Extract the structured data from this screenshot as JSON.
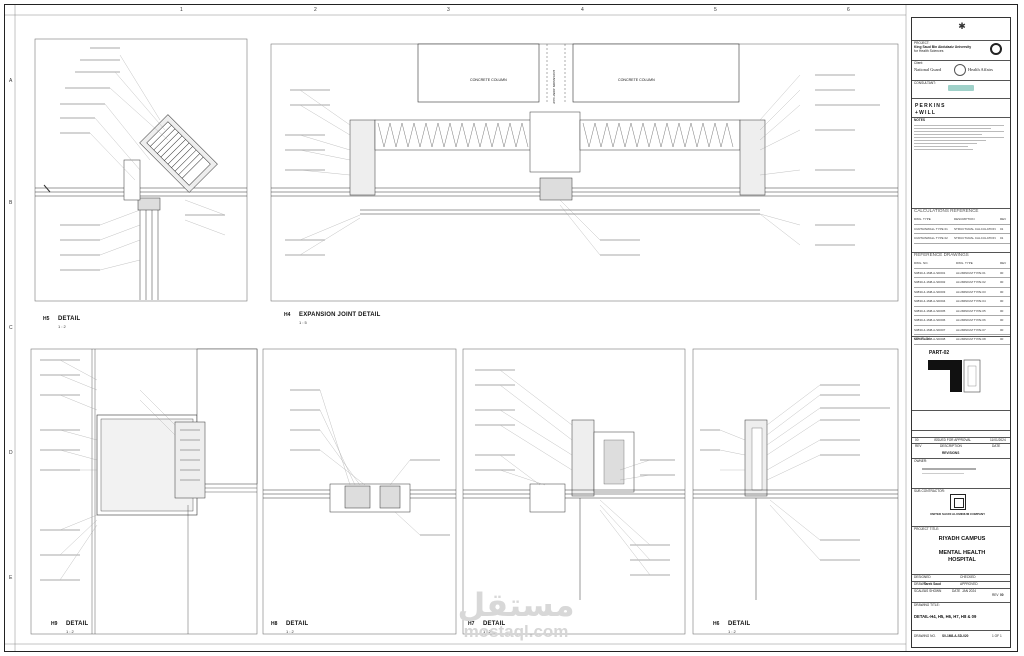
{
  "grid": {
    "columns": [
      "1",
      "2",
      "3",
      "4",
      "5",
      "6"
    ],
    "rows": [
      "A",
      "B",
      "C",
      "D",
      "E"
    ]
  },
  "details": {
    "h5": {
      "tag": "H5",
      "title": "DETAIL",
      "scale": "1 : 2"
    },
    "h4": {
      "tag": "H4",
      "title": "EXPANSION JOINT DETAIL",
      "scale": "1 : 5"
    },
    "h4_labels": {
      "left_column": "CONCRETE COLUMN",
      "right_column": "CONCRETE COLUMN",
      "joint": "EXPANSION JOINT GAP"
    },
    "h6": {
      "tag": "H6",
      "title": "DETAIL",
      "scale": "1 : 2"
    },
    "h7": {
      "tag": "H7",
      "title": "DETAIL",
      "scale": "1 : 2"
    },
    "h8": {
      "tag": "H8",
      "title": "DETAIL",
      "scale": "1 : 2"
    },
    "h9": {
      "tag": "H9",
      "title": "DETAIL",
      "scale": "1 : 2"
    }
  },
  "title_block": {
    "project_label": "PROJECT:",
    "university": "King Saud Bin Abdulaziz University",
    "university_sub": "for Health Sciences",
    "client_label": "Client:",
    "client_left": "National Guard",
    "client_right": "Health Affairs",
    "consultant_label": "CONSULTANT:",
    "architect_line1": "PERKINS",
    "architect_line2": "+WILL",
    "notes_label": "NOTES",
    "calc_header": "CALCULATIONS REFERENCE",
    "calc_cols": [
      "DWG. TYPE",
      "DESCRIPTION",
      "REV"
    ],
    "calc_rows": [
      [
        "CURTAINWALL TYPE 01",
        "STRUCTURAL CALCULATION",
        "01"
      ],
      [
        "CURTAINWALL TYPE 02",
        "STRUCTURAL CALCULATION",
        "01"
      ]
    ],
    "ref_header": "REFERENCE DRAWINGS",
    "ref_cols": [
      "DWG. NO.",
      "DWG. TYPE",
      "REV"
    ],
    "ref_rows": [
      [
        "S0830-4-1M8-A-SD001",
        "ALUMINIUM TYPE 01",
        "00"
      ],
      [
        "S0830-4-1M8-A-SD002",
        "ALUMINIUM TYPE 02",
        "00"
      ],
      [
        "S0830-4-1M8-A-SD003",
        "ALUMINIUM TYPE 03",
        "00"
      ],
      [
        "S0830-4-1M8-A-SD004",
        "ALUMINIUM TYPE 04",
        "00"
      ],
      [
        "S0830-4-1M8-A-SD005",
        "ALUMINIUM TYPE 05",
        "00"
      ],
      [
        "S0830-4-1M8-A-SD006",
        "ALUMINIUM TYPE 06",
        "00"
      ],
      [
        "S0830-4-1M8-A-SD007",
        "ALUMINIUM TYPE 07",
        "00"
      ],
      [
        "S0830-4-1M8-A-SD008",
        "ALUMINIUM TYPE 08",
        "00"
      ]
    ],
    "key_plan_label": "KEY PLAN",
    "part_label": "PART-02",
    "rev_row": [
      "00",
      "ISSUED FOR APPROVAL",
      "11/01/2024"
    ],
    "rev_cols": [
      "REV",
      "DESCRIPTION",
      "DATE"
    ],
    "revisions_label": "REVISIONS",
    "owner_label": "OWNER:",
    "contractor_label": "SUB CONTRACTOR:",
    "contractor_name": "UNITED SAUDI ALUMINIUM COMPANY",
    "project_title_label": "PROJECT TITLE:",
    "campus": "RIYADH CAMPUS",
    "hospital_line1": "MENTAL HEALTH",
    "hospital_line2": "HOSPITAL",
    "designed_by": "DESIGNED",
    "checked_by": "CHECKED",
    "drawn_by": "DRAWN",
    "drawn_name": "Tarek Saud",
    "approved_by": "APPROVED",
    "scale_label": "SCALE",
    "scale_value": "AS SHOWN",
    "date_label": "DATE",
    "date_value": "JAN 2024",
    "sheet_rev_label": "REV",
    "sheet_rev_value": "00",
    "drawing_title_label": "DRAWING TITLE:",
    "drawing_title": "DETAIL-H4, H5, H6, H7, H8 & 09",
    "drawing_no_label": "DRAWING NO.",
    "drawing_no": "S0-1M8-A-SD-020",
    "sheet_label": "1 OF 1"
  },
  "watermark": {
    "arabic": "مستقل",
    "url": "mostaql.com"
  }
}
